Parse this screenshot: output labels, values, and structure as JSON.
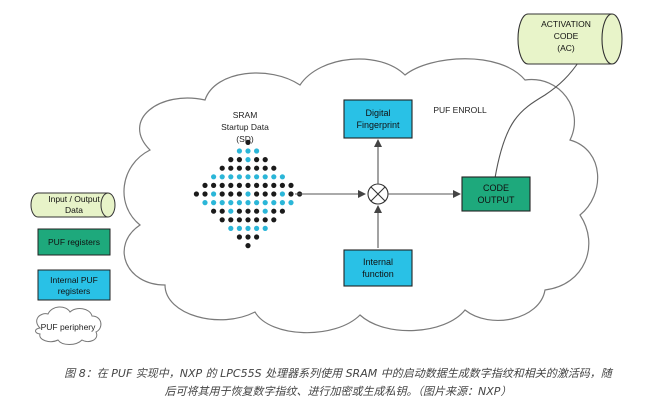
{
  "diagram": {
    "activation_code": [
      "ACTIVATION",
      "CODE",
      "(AC)"
    ],
    "sram": [
      "SRAM",
      "Startup Data",
      "(SD)"
    ],
    "puf_enroll": "PUF ENROLL",
    "digital_fingerprint": [
      "Digital",
      "Fingerprint"
    ],
    "code_output": [
      "CODE",
      "OUTPUT"
    ],
    "internal_function": [
      "Internal",
      "function"
    ],
    "legend": {
      "input_output": [
        "Input / Output",
        "Data"
      ],
      "puf_registers": "PUF registers",
      "internal_puf_registers": [
        "Internal PUF",
        "registers"
      ],
      "puf_periphery": "PUF periphery"
    },
    "colors": {
      "cyan": "#29c1e6",
      "green": "#1ea97c",
      "input_output_fill": "#e7f3c8",
      "dot_cyan": "#2bb6d8",
      "dot_dark": "#1b1b1b"
    }
  },
  "caption": {
    "line1": "图 8：在 PUF 实现中，NXP 的 LPC55S 处理器系列使用 SRAM 中的启动数据生成数字指纹和相关的激活码，随",
    "line2": "后可将其用于恢复数字指纹、进行加密或生成私钥。（图片来源：NXP）"
  }
}
